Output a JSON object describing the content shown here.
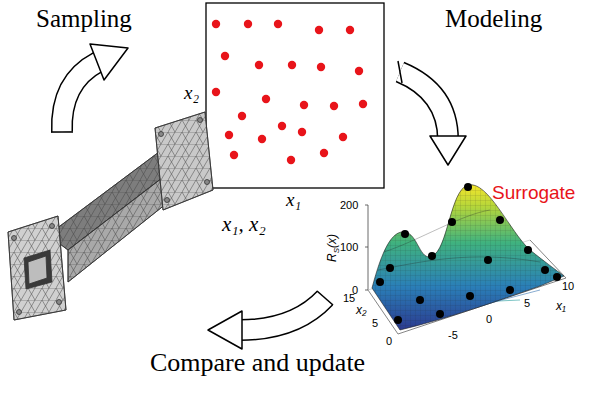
{
  "diagram": {
    "labels": [
      "Sampling",
      "Modeling",
      "x₂",
      "x₁",
      "Surrogate",
      "R",
      "S",
      "(x)",
      "200",
      "100",
      "0",
      "15",
      "x₂",
      "5",
      "0",
      "-5",
      "0",
      "5",
      "10",
      "x₁",
      "x₁, x₂",
      "Compare and update"
    ]
  }
}
